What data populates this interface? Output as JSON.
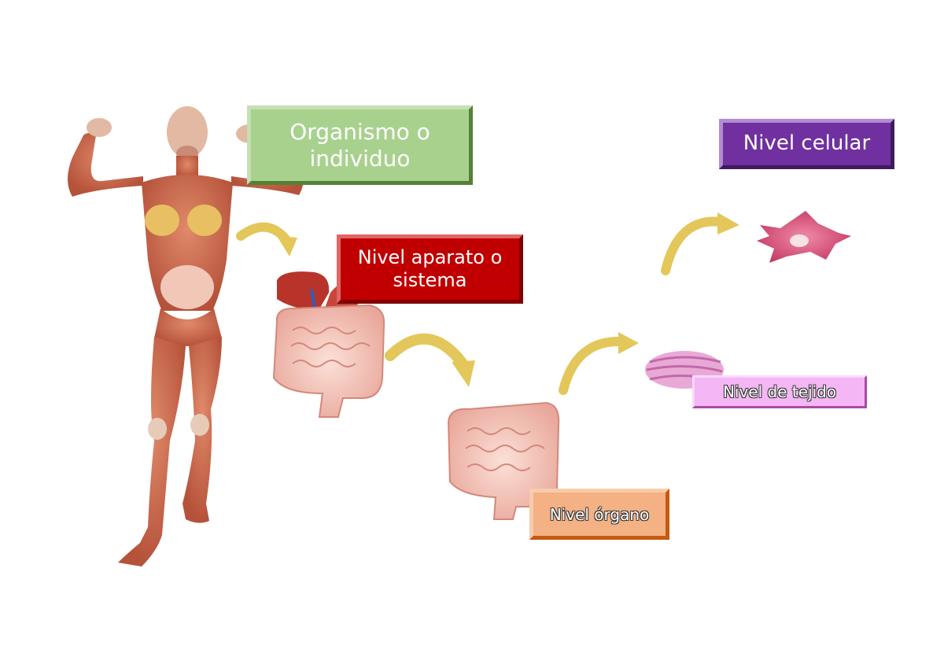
{
  "levels": {
    "organism": "Organismo o individuo",
    "system": "Nivel aparato o sistema",
    "organ": "Nivel órgano",
    "tissue": "Nivel de tejido",
    "cell": "Nivel celular"
  },
  "colors": {
    "organism_box": "#a9d18e",
    "system_box": "#c00000",
    "organ_box": "#f4b183",
    "tissue_box": "#f4b6f4",
    "cell_box": "#7030a0",
    "arrow": "#e3c75a"
  },
  "icons": [
    "human-body-anatomy-illustration",
    "digestive-system-illustration",
    "large-intestine-illustration",
    "muscle-tissue-illustration",
    "cell-illustration",
    "curved-arrow-icon"
  ]
}
